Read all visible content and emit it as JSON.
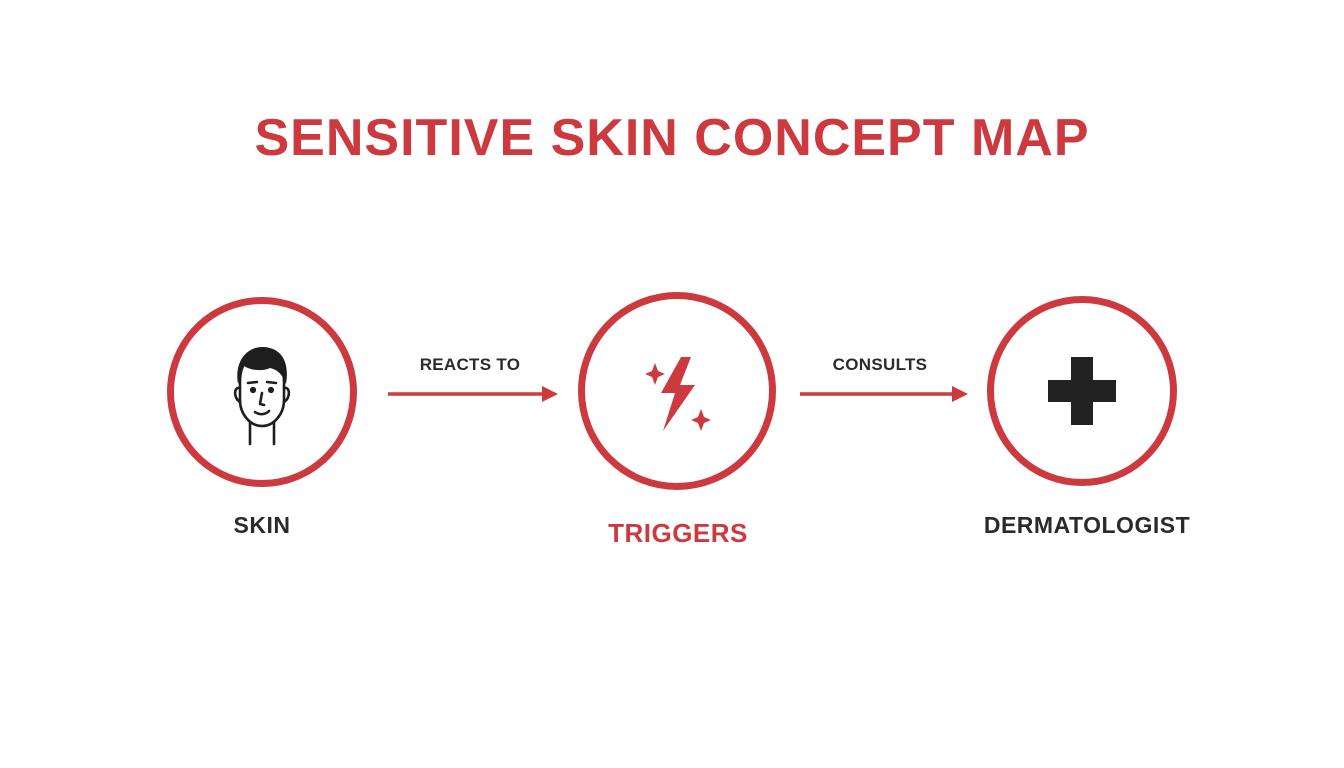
{
  "title": "SENSITIVE SKIN CONCEPT MAP",
  "colors": {
    "accent": "#cc3a3f",
    "text_dark": "#2b2b2b",
    "background": "#ffffff"
  },
  "nodes": [
    {
      "label": "SKIN",
      "icon": "face-icon"
    },
    {
      "label": "TRIGGERS",
      "icon": "lightning-sparkle-icon"
    },
    {
      "label": "DERMATOLOGIST",
      "icon": "medical-cross-icon"
    }
  ],
  "edges": [
    {
      "from": "SKIN",
      "to": "TRIGGERS",
      "label": "REACTS TO"
    },
    {
      "from": "TRIGGERS",
      "to": "DERMATOLOGIST",
      "label": "CONSULTS"
    }
  ]
}
